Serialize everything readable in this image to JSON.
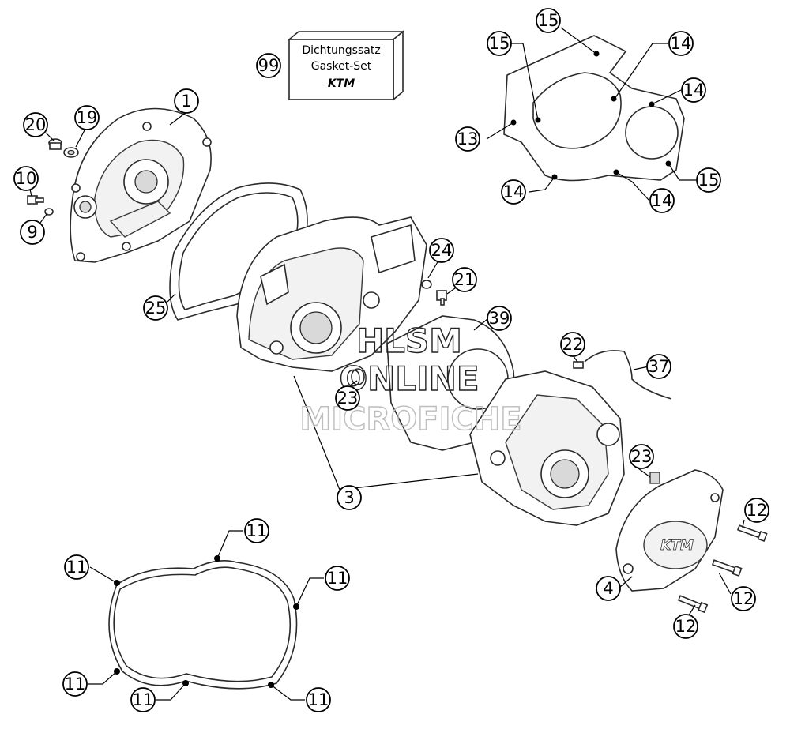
{
  "gasket_set": {
    "line1": "Dichtungssatz",
    "line2": "Gasket-Set",
    "brand": "KTM"
  },
  "cover_brand": "KTM",
  "watermark": {
    "line1": "HLSM",
    "line2": "ONLINE",
    "line3": "MICROFICHE"
  },
  "callouts": {
    "p1": "1",
    "p3": "3",
    "p4": "4",
    "p9": "9",
    "p10": "10",
    "p11": "11",
    "p12": "12",
    "p13": "13",
    "p14": "14",
    "p15": "15",
    "p19": "19",
    "p20": "20",
    "p21": "21",
    "p22": "22",
    "p23": "23",
    "p24": "24",
    "p25": "25",
    "p37": "37",
    "p39": "39",
    "p99": "99"
  }
}
